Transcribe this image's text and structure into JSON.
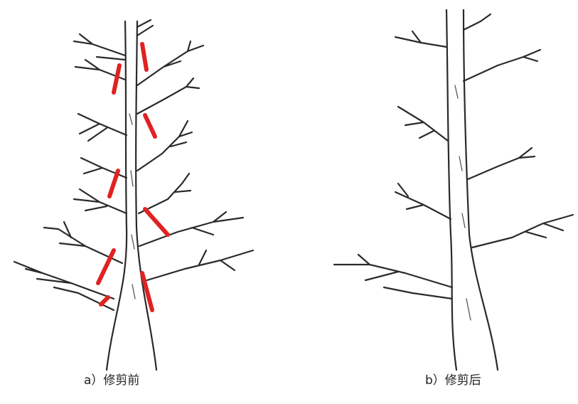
{
  "figure": {
    "panels": [
      {
        "id": "a",
        "caption": "a）修剪前",
        "cut_mark_color": "#e02222",
        "cut_mark_count": 8
      },
      {
        "id": "b",
        "caption": "b）修剪后"
      }
    ]
  }
}
